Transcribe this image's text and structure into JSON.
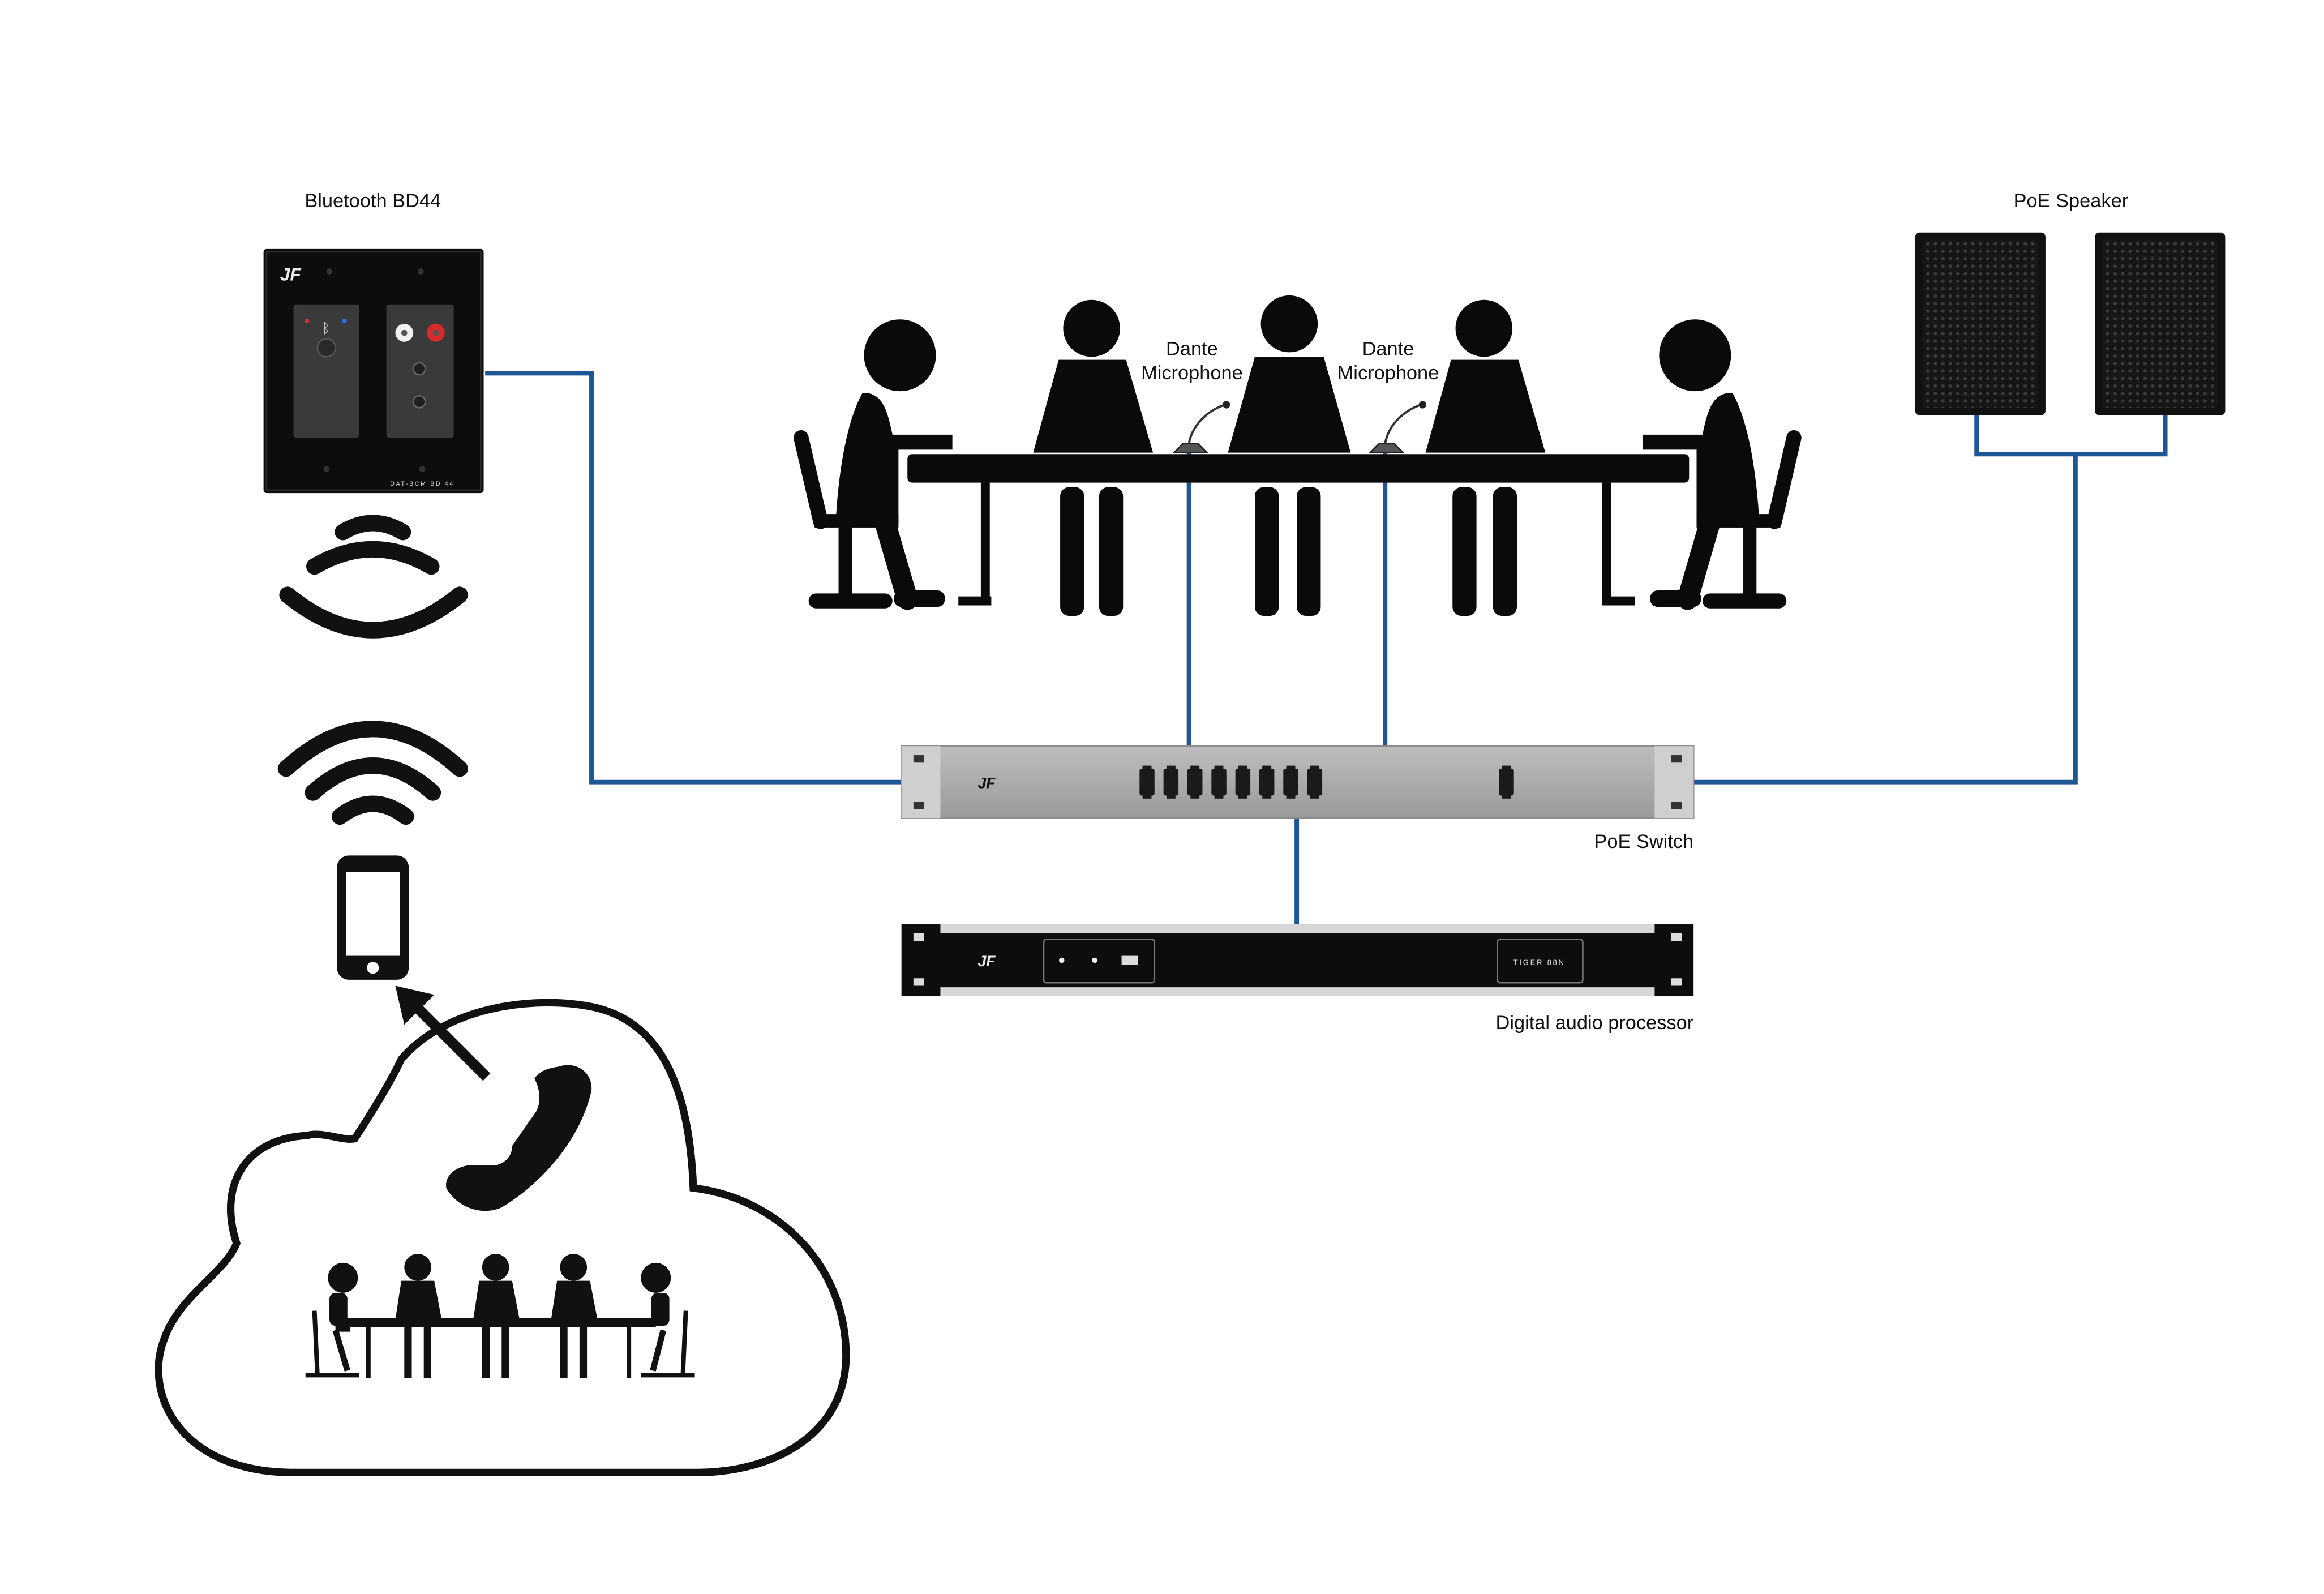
{
  "labels": {
    "bluetooth": "Bluetooth BD44",
    "poe_speaker": "PoE Speaker",
    "mic1_line1": "Dante",
    "mic1_line2": "Microphone",
    "mic2_line1": "Dante",
    "mic2_line2": "Microphone",
    "poe_switch": "PoE Switch",
    "processor": "Digital audio processor"
  },
  "device_text": {
    "bd44_plate": "DAT-BCM BD 44",
    "processor_panel": "TIGER 88N"
  },
  "colors": {
    "cable": "#1f5796",
    "silhouette": "#0a0a0a",
    "switch_body": "#a4a4a4",
    "speaker_grille": "#1c1c1c"
  },
  "icons": [
    "bluetooth-device",
    "bluetooth-wave-icon",
    "wifi-icon",
    "smartphone-icon",
    "arrow-icon",
    "phone-handset-icon",
    "cloud-icon",
    "meeting-table-icon",
    "speaker-icon",
    "network-switch",
    "audio-processor",
    "microphone-icon"
  ]
}
